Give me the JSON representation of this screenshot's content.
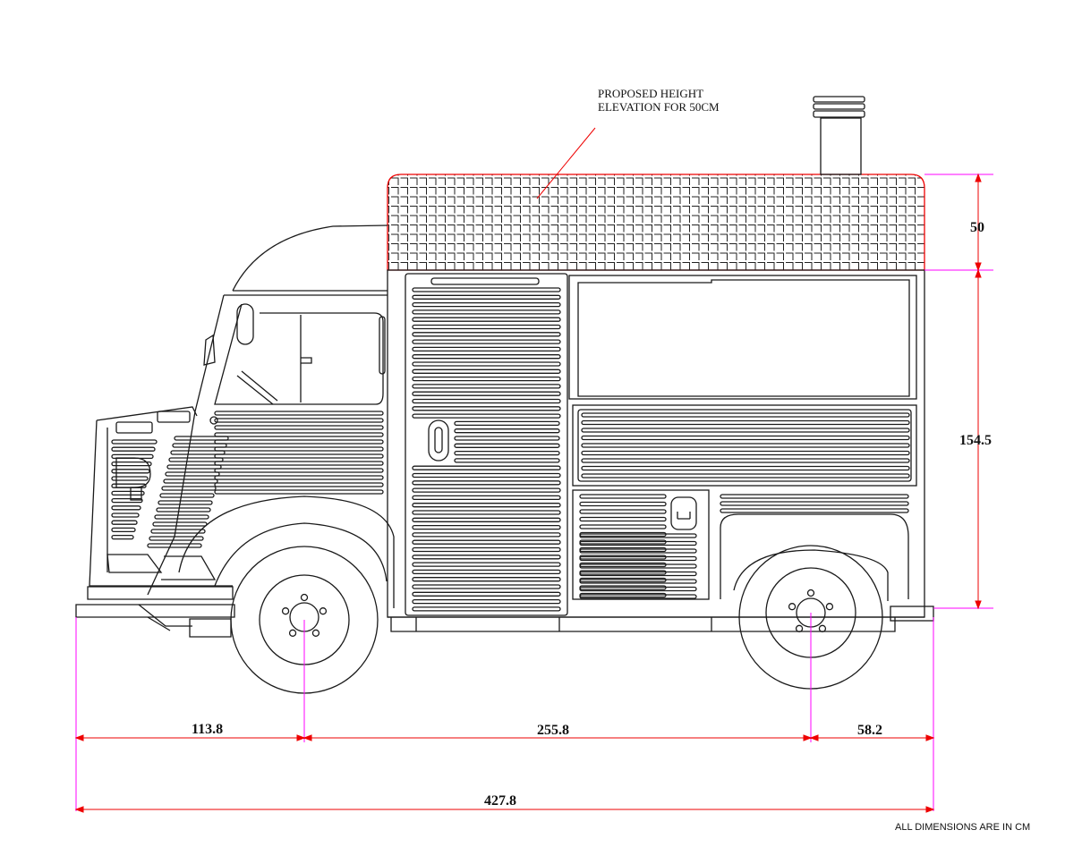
{
  "annotation": {
    "line1": "PROPOSED HEIGHT",
    "line2": "ELEVATION FOR  50CM"
  },
  "dimensions": {
    "roof_extension": "50",
    "body_height": "154.5",
    "front_overhang": "113.8",
    "wheelbase": "255.8",
    "rear_overhang": "58.2",
    "overall_length": "427.8"
  },
  "footer_note": "ALL DIMENSIONS ARE IN CM",
  "colors": {
    "line": "#1a1a1a",
    "dimension": "#ff0000",
    "extension": "#ff00ff"
  }
}
